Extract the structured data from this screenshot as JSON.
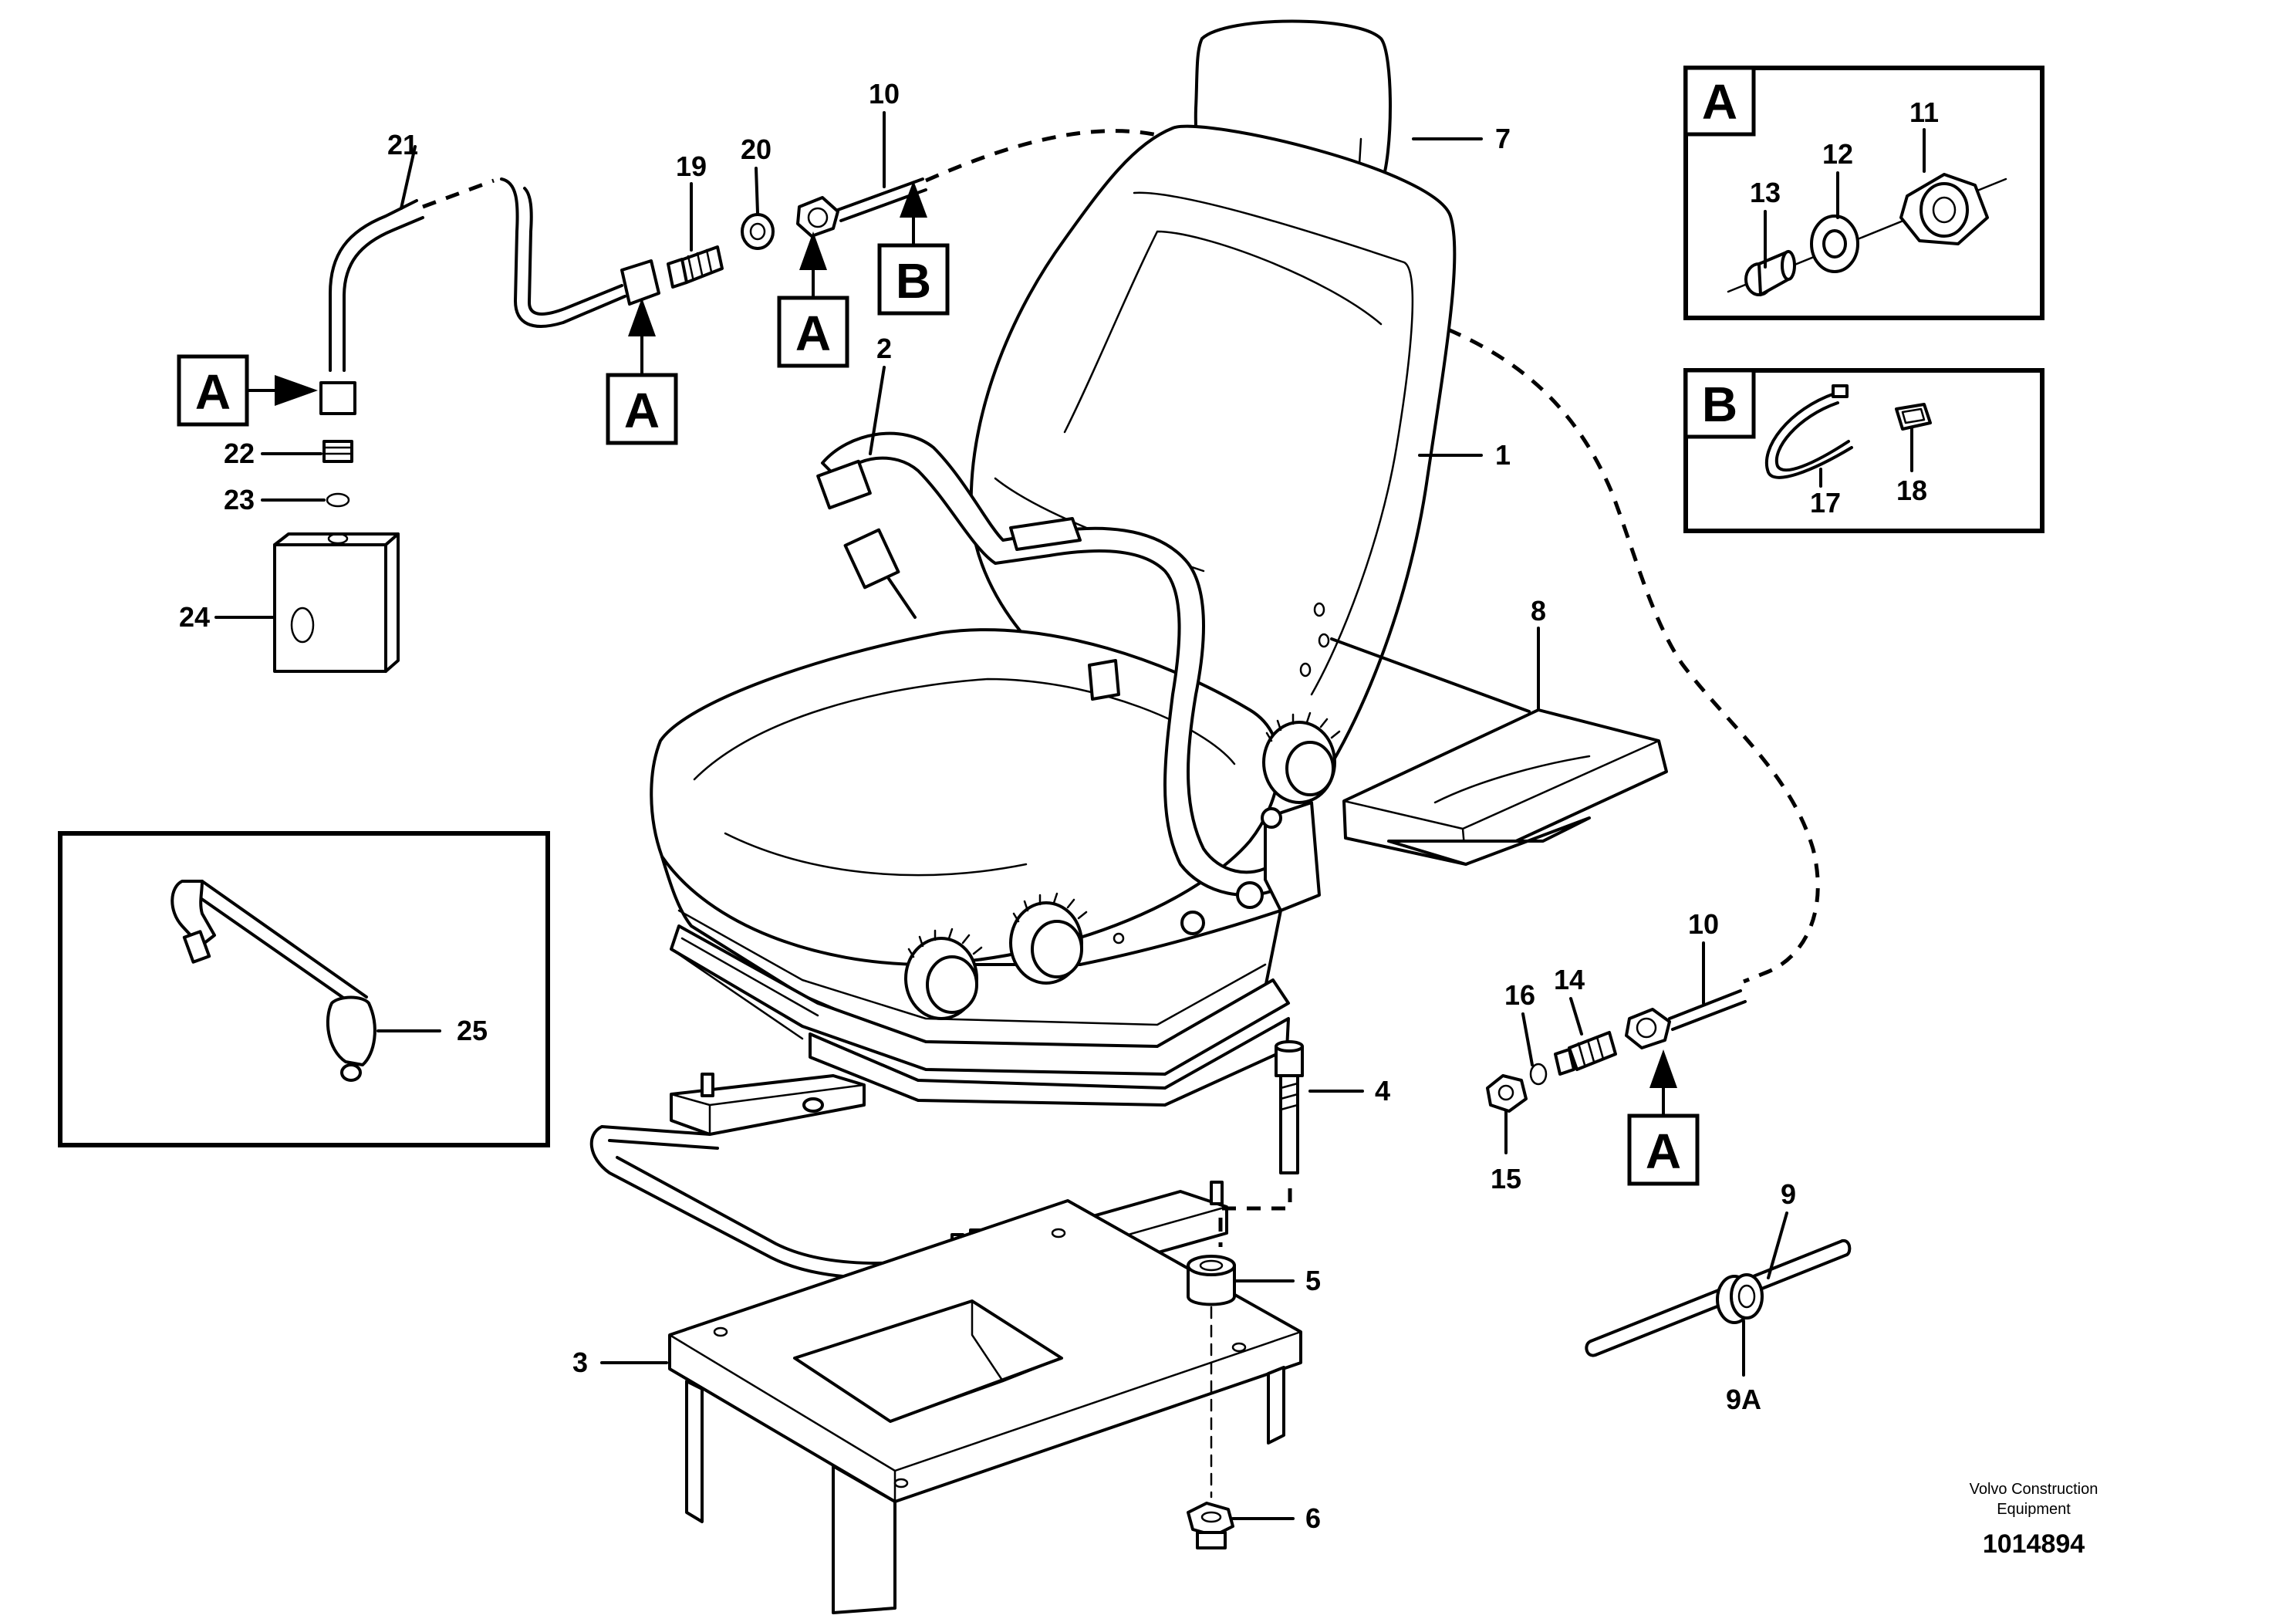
{
  "callouts": {
    "c1": "1",
    "c2": "2",
    "c3": "3",
    "c4": "4",
    "c5": "5",
    "c6": "6",
    "c7": "7",
    "c8": "8",
    "c9": "9",
    "c9a": "9A",
    "c10a": "10",
    "c10b": "10",
    "c11": "11",
    "c12": "12",
    "c13": "13",
    "c14": "14",
    "c15": "15",
    "c16": "16",
    "c17": "17",
    "c18": "18",
    "c19": "19",
    "c20": "20",
    "c21": "21",
    "c22": "22",
    "c23": "23",
    "c24": "24",
    "c25": "25"
  },
  "references": {
    "detail_a": "A",
    "detail_b": "B",
    "marker_a": "A",
    "marker_b": "B"
  },
  "footer": {
    "company_line1": "Volvo Construction",
    "company_line2": "Equipment",
    "drawing_number": "1014894"
  }
}
